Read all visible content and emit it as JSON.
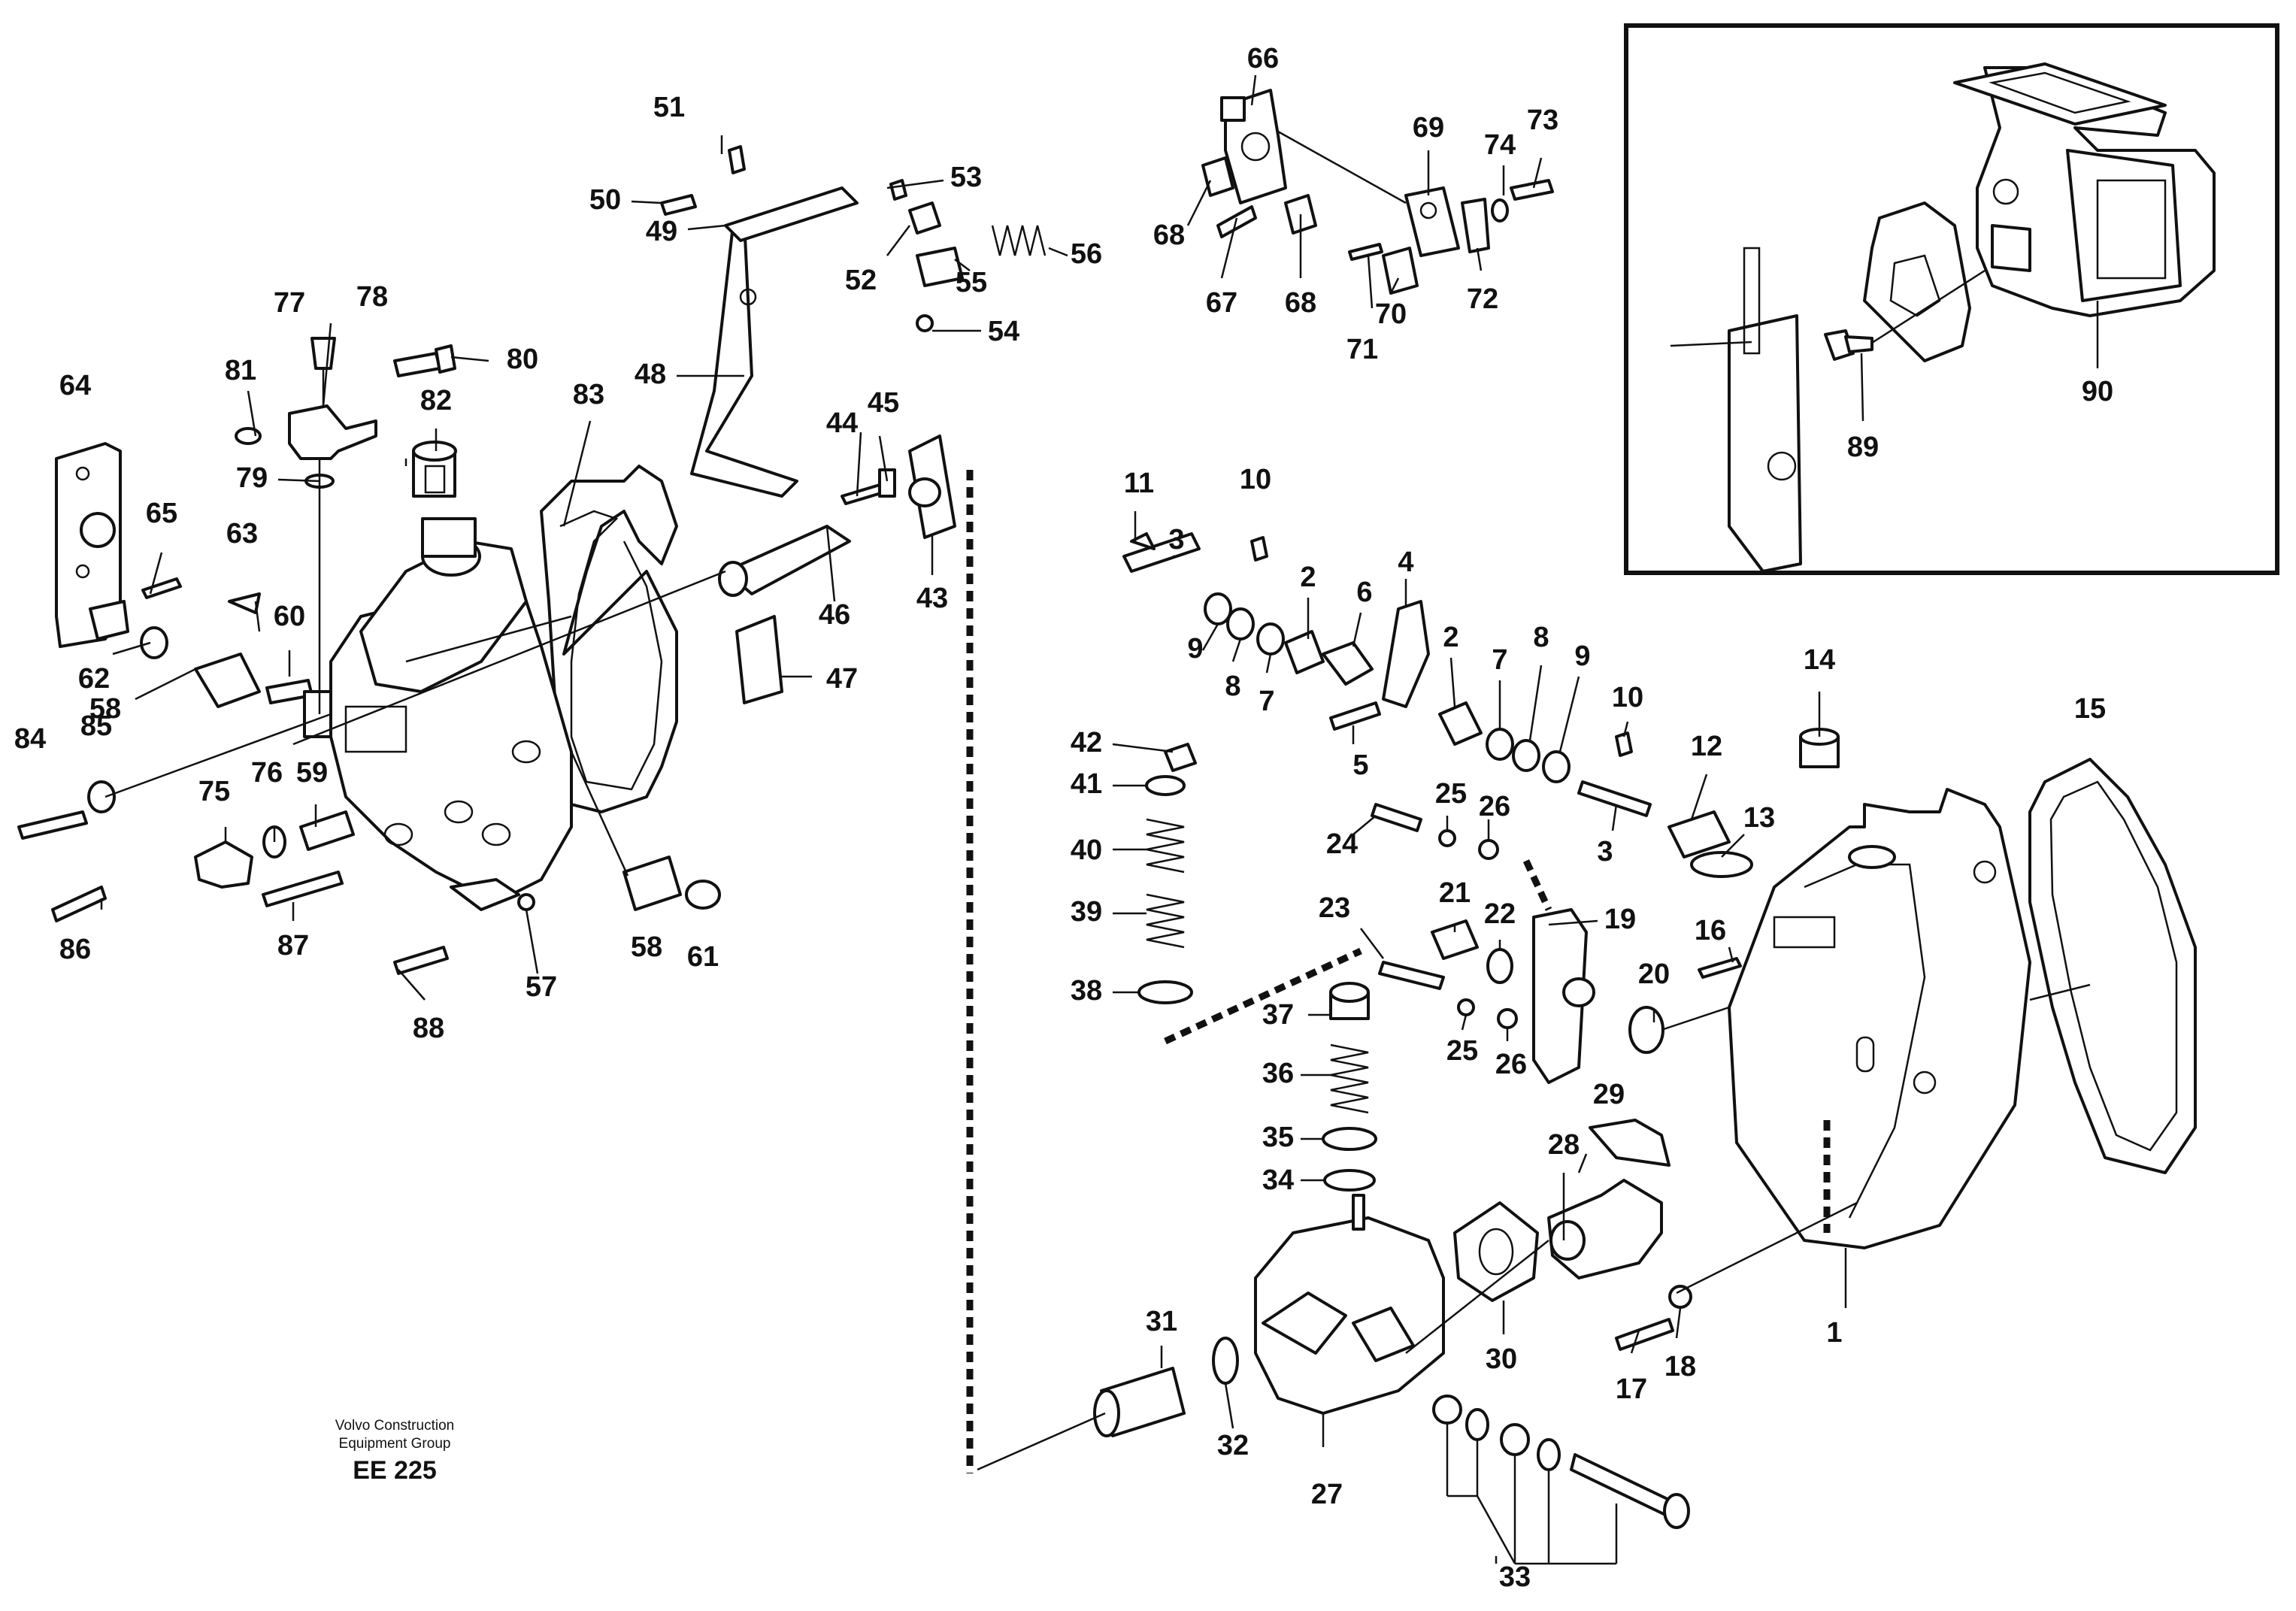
{
  "credit": {
    "line1": "Volvo Construction",
    "line2": "Equipment Group",
    "code": "EE 225"
  },
  "callouts": [
    "1",
    "2",
    "3",
    "5",
    "6",
    "7",
    "8",
    "9",
    "10",
    "11",
    "12",
    "13",
    "14",
    "15",
    "16",
    "17",
    "18",
    "19",
    "20",
    "21",
    "22",
    "23",
    "24",
    "25",
    "26",
    "27",
    "28",
    "29",
    "30",
    "31",
    "32",
    "33",
    "34",
    "35",
    "36",
    "37",
    "38",
    "39",
    "40",
    "41",
    "42",
    "43",
    "44",
    "45",
    "46",
    "47",
    "48",
    "49",
    "50",
    "51",
    "52",
    "53",
    "54",
    "55",
    "56",
    "57",
    "58",
    "59",
    "60",
    "61",
    "62",
    "63",
    "64",
    "65",
    "66",
    "67",
    "68",
    "69",
    "70",
    "71",
    "72",
    "73",
    "74",
    "75",
    "76",
    "77",
    "78",
    "79",
    "80",
    "81",
    "82",
    "83",
    "84",
    "85",
    "86",
    "87",
    "88",
    "89",
    "90",
    "4"
  ]
}
